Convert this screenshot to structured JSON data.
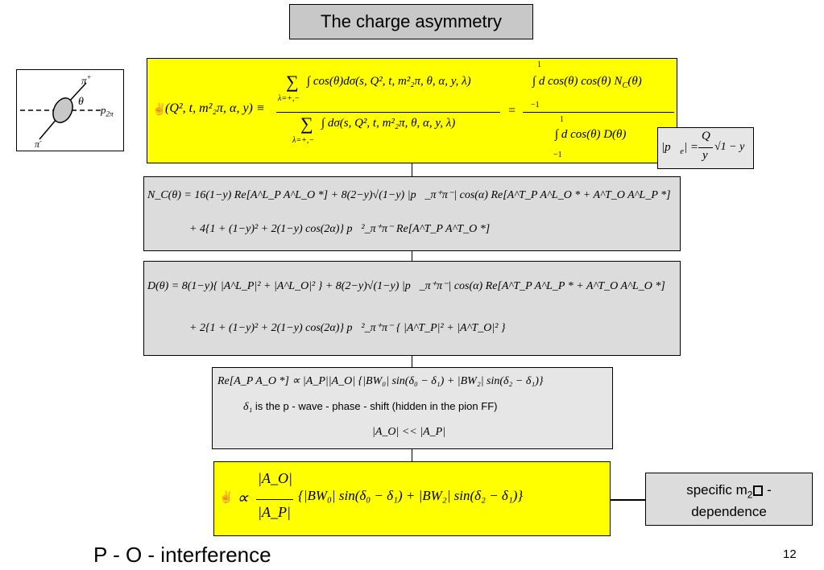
{
  "title": "The charge asymmetry",
  "diagram": {
    "pi_plus": "π",
    "pi_plus_sup": "+",
    "theta": "θ",
    "p_label": "p",
    "p_sub": "2π",
    "pi_minus": "π",
    "pi_minus_sup": "-"
  },
  "box1": {
    "lhs": "(Q², t, m²₂π, α, y) ≡",
    "num_sum": "∑",
    "num_sum_sub": "λ=+,−",
    "num_expr": "∫ cos(θ)dσ(s, Q², t, m²₂π, θ, α, y, λ)",
    "den_sum": "∑",
    "den_sum_sub": "λ=+,−",
    "den_expr": "∫ dσ(s, Q², t, m²₂π, θ, α, y, λ)",
    "eq": "=",
    "r_upper": "1",
    "r_lower": "−1",
    "r_num_expr": "∫ d cos(θ) cos(θ) N",
    "r_num_sub": "C",
    "r_num_tail": "(θ)",
    "r_den_upper": "1",
    "r_den_lower": "−1",
    "r_den_expr": "∫ d cos(θ) D(θ)"
  },
  "pe_box": {
    "lhs": "|p⃗",
    "lhs_sub": "e",
    "lhs_close": "| =",
    "num": "Q",
    "den": "y",
    "sqrt": "√1 − y"
  },
  "box2": {
    "line1": "N_C(θ) = 16(1−y) Re[A^L_P A^L_O *] + 8(2−y)√(1−y) |p⃗_π⁺π⁻| cos(α) Re[A^T_P A^L_O * + A^T_O A^L_P *]",
    "line2": "+ 4{1 + (1−y)² + 2(1−y) cos(2α)} p⃗²_π⁺π⁻ Re[A^T_P A^T_O *]"
  },
  "box3": {
    "line1": "D(θ) = 8(1−y){ |A^L_P|² + |A^L_O|² } + 8(2−y)√(1−y) |p⃗_π⁺π⁻| cos(α) Re[A^T_P A^L_P * + A^T_O A^L_O *]",
    "line2": "+ 2{1 + (1−y)² + 2(1−y) cos(2α)} p⃗²_π⁺π⁻ { |A^T_P|² + |A^T_O|² }"
  },
  "box4": {
    "line1": "Re[A_P A_O *] ∝ |A_P||A_O| {|BW₀| sin(δ₀ − δ₁) + |BW₂| sin(δ₂ − δ₁)}",
    "line2_sym": "δ₁",
    "line2_text": "is the  p - wave  - phase - shift (hidden in the pion FF)",
    "line3": "|A_O| << |A_P|"
  },
  "box5": {
    "approx": "∝",
    "num": "|A_O|",
    "den": "|A_P|",
    "tail": "{|BW₀| sin(δ₀ − δ₁) + |BW₂| sin(δ₂ − δ₁)}"
  },
  "specific_box": {
    "line1": "specific m",
    "line1_sub": "2",
    "line1_tail": " -",
    "line2": "dependence"
  },
  "footer": {
    "left": "P - O - interference",
    "page_number": "12"
  }
}
